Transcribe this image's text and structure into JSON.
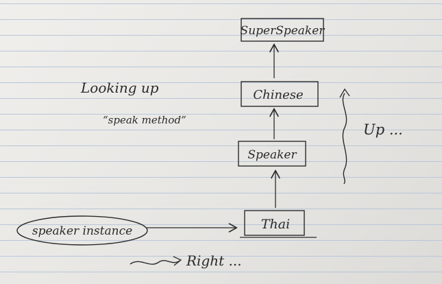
{
  "diagram": {
    "nodes": {
      "super_speaker": "SuperSpeaker",
      "chinese": "Chinese",
      "speaker": "Speaker",
      "thai": "Thai",
      "speaker_instance": "speaker instance"
    },
    "annotations": {
      "looking_up_line1": "Looking up",
      "looking_up_line2": "“speak method”",
      "up": "Up ...",
      "right": "Right ..."
    },
    "edges": [
      {
        "from": "speaker_instance",
        "to": "thai"
      },
      {
        "from": "thai",
        "to": "speaker"
      },
      {
        "from": "speaker",
        "to": "chinese"
      },
      {
        "from": "chinese",
        "to": "super_speaker"
      }
    ]
  },
  "colors": {
    "ink": "#2a2a2a",
    "paper": "#ecebe8",
    "rule_line": "#b8c6d9"
  }
}
